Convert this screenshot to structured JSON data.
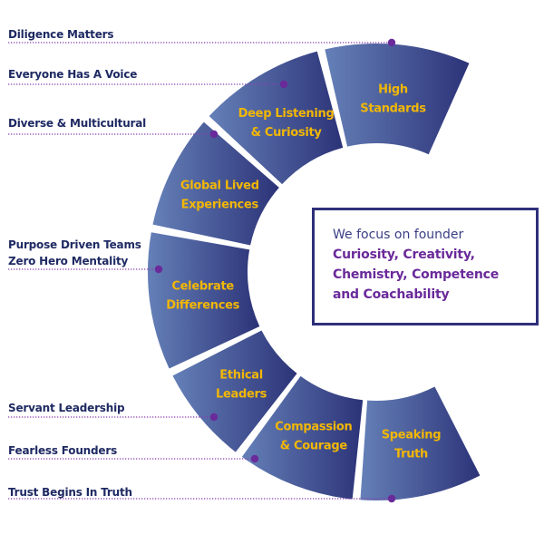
{
  "colors": {
    "segment_light": "#6580b8",
    "segment_dark": "#2c3378",
    "segment_text": "#f2b705",
    "label_text": "#1f2a63",
    "connector": "#8a3fb0",
    "dot": "#6a2a9a",
    "box_border": "#2e2f7a",
    "highlight_text": "#6a2a9a"
  },
  "segments": [
    {
      "lines": [
        "High",
        "Standards"
      ]
    },
    {
      "lines": [
        "Deep Listening",
        "& Curiosity"
      ]
    },
    {
      "lines": [
        "Global Lived",
        "Experiences"
      ]
    },
    {
      "lines": [
        "Celebrate",
        "Differences"
      ]
    },
    {
      "lines": [
        "Ethical",
        "Leaders"
      ]
    },
    {
      "lines": [
        "Compassion",
        "& Courage"
      ]
    },
    {
      "lines": [
        "Speaking",
        "Truth"
      ]
    }
  ],
  "side_labels": [
    {
      "text": "Diligence Matters"
    },
    {
      "text": "Everyone Has A Voice"
    },
    {
      "text": "Diverse & Multicultural"
    },
    {
      "text": "Purpose Driven Teams"
    },
    {
      "text": "Zero Hero Mentality"
    },
    {
      "text": "Servant Leadership"
    },
    {
      "text": "Fearless Founders"
    },
    {
      "text": "Trust Begins In Truth"
    }
  ],
  "focus_box": {
    "intro": "We focus on founder",
    "lines": [
      "Curiosity, Creativity,",
      "Chemistry, Competence",
      "and Coachability"
    ]
  }
}
